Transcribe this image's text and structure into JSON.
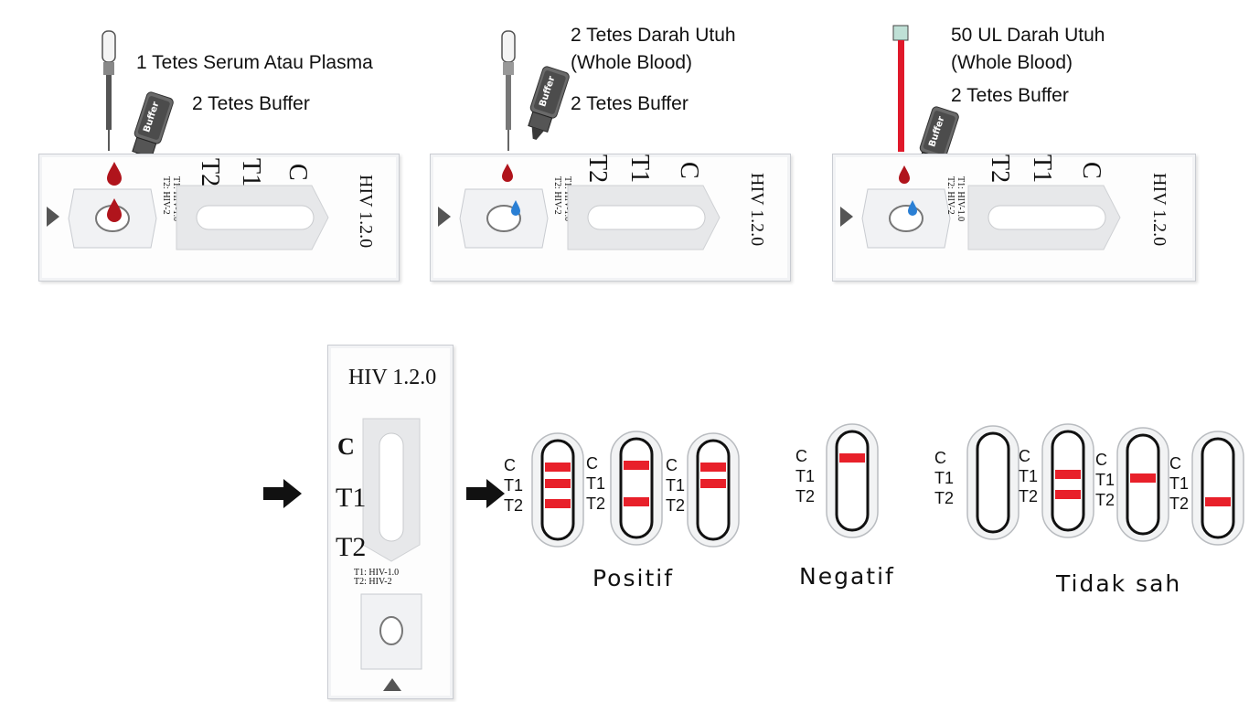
{
  "steps": [
    {
      "lines": [
        "1 Tetes Serum Atau Plasma",
        "2 Tetes Buffer"
      ],
      "cassette": {
        "c": "C",
        "t1": "T1",
        "t2": "T2",
        "legend1": "T1: HIV-1.0",
        "legend2": "T2: HIV-2",
        "name": "HIV 1.2.0"
      },
      "bottle_label": "Buffer"
    },
    {
      "lines": [
        "2 Tetes Darah Utuh",
        "(Whole Blood)",
        "2 Tetes Buffer"
      ],
      "cassette": {
        "c": "C",
        "t1": "T1",
        "t2": "T2",
        "legend1": "T1: HIV-1.0",
        "legend2": "T2: HIV-2",
        "name": "HIV 1.2.0"
      },
      "bottle_label": "Buffer"
    },
    {
      "lines": [
        "50 UL Darah Utuh",
        "(Whole Blood)",
        "2 Tetes Buffer"
      ],
      "cassette": {
        "c": "C",
        "t1": "T1",
        "t2": "T2",
        "legend1": "T1: HIV-1.0",
        "legend2": "T2: HIV-2",
        "name": "HIV 1.2.0"
      },
      "bottle_label": "Buffer"
    }
  ],
  "vertical_cassette": {
    "name": "HIV 1.2.0",
    "c": "C",
    "t1": "T1",
    "t2": "T2",
    "legend1": "T1: HIV-1.0",
    "legend2": "T2: HIV-2"
  },
  "results": {
    "line_labels": {
      "c": "C",
      "t1": "T1",
      "t2": "T2"
    },
    "groups": [
      {
        "label": "Positif",
        "strips": [
          {
            "lines": [
              "C",
              "T1",
              "T2"
            ]
          },
          {
            "lines": [
              "C",
              "T2"
            ]
          },
          {
            "lines": [
              "C",
              "T1"
            ]
          }
        ]
      },
      {
        "label": "Negatif",
        "strips": [
          {
            "lines": [
              "C"
            ]
          }
        ]
      },
      {
        "label": "Tidak sah",
        "strips": [
          {
            "lines": []
          },
          {
            "lines": [
              "T1",
              "T2"
            ]
          },
          {
            "lines": [
              "T1"
            ]
          },
          {
            "lines": [
              "T2"
            ]
          }
        ]
      }
    ]
  },
  "colors": {
    "blood": "#b0141c",
    "result_line": "#e8202a",
    "buffer_drop": "#2a7fd4",
    "capillary": "#e0182a"
  }
}
